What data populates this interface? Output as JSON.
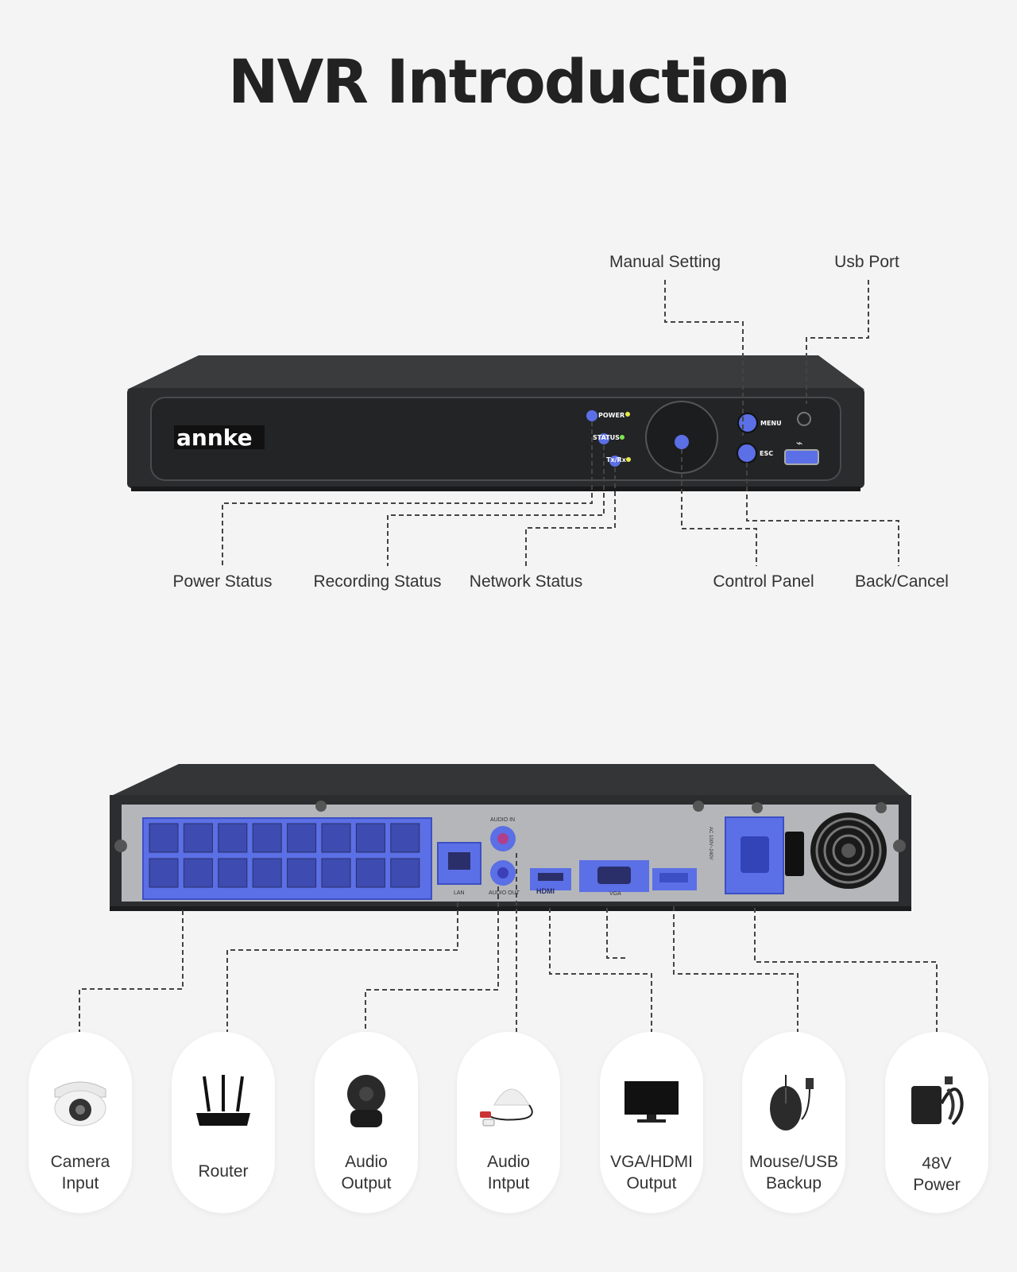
{
  "title": "NVR Introduction",
  "front_panel": {
    "brand": "annke",
    "led_labels": [
      "POWER",
      "STATUS",
      "Tx/Rx"
    ],
    "button_labels": [
      "MENU",
      "ESC"
    ],
    "callouts_top": [
      "Manual Setting",
      "Usb Port"
    ],
    "callouts_bottom": [
      "Power Status",
      "Recording Status",
      "Network Status",
      "Control Panel",
      "Back/Cancel"
    ]
  },
  "rear_panel": {
    "port_labels": [
      "LAN",
      "AUDIO IN",
      "AUDIO OUT",
      "HDMI",
      "VGA"
    ],
    "poe_port_count": 16,
    "power_rating": "AC 100V~240V"
  },
  "connections": [
    {
      "line1": "Camera",
      "line2": "Input",
      "icon": "dome-camera-icon"
    },
    {
      "line1": "Router",
      "line2": "",
      "icon": "router-icon"
    },
    {
      "line1": "Audio",
      "line2": "Output",
      "icon": "speaker-icon"
    },
    {
      "line1": "Audio",
      "line2": "Intput",
      "icon": "microphone-icon"
    },
    {
      "line1": "VGA/HDMI",
      "line2": "Output",
      "icon": "monitor-icon"
    },
    {
      "line1": "Mouse/USB",
      "line2": "Backup",
      "icon": "mouse-icon"
    },
    {
      "line1": "48V",
      "line2": "Power",
      "icon": "power-adapter-icon"
    }
  ],
  "colors": {
    "background": "#f4f4f4",
    "highlight": "#5b6fe6",
    "device": "#2e2f31",
    "leader": "#444444"
  }
}
